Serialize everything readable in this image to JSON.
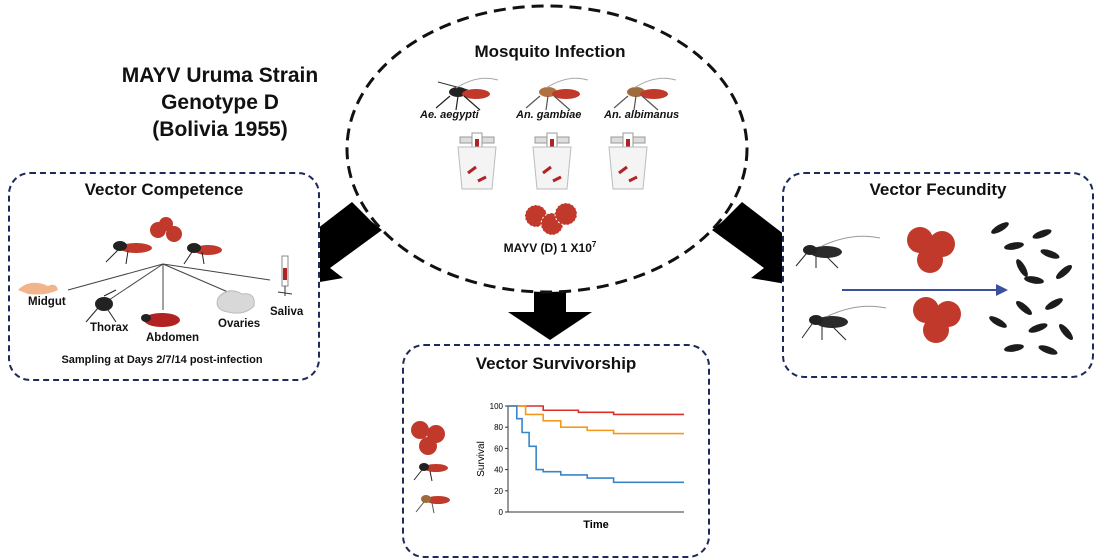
{
  "strain": {
    "line1": "MAYV Uruma Strain",
    "line2": "Genotype D",
    "line3": "(Bolivia 1955)"
  },
  "infection": {
    "title": "Mosquito Infection",
    "species": [
      "Ae. aegypti",
      "An. gambiae",
      "An. albimanus"
    ],
    "dose_text": "MAYV (D) 1 X10",
    "dose_exp": "7"
  },
  "competence": {
    "title": "Vector Competence",
    "tissues": [
      "Midgut",
      "Thorax",
      "Abdomen",
      "Ovaries",
      "Saliva"
    ],
    "sampling": "Sampling at Days 2/7/14 post-infection"
  },
  "fecundity": {
    "title": "Vector Fecundity"
  },
  "survivorship": {
    "title": "Vector Survivorship"
  },
  "chart_data": {
    "type": "line",
    "xlabel": "Time",
    "ylabel": "Survival",
    "ylim": [
      0,
      100
    ],
    "yticks": [
      "0",
      "20",
      "40",
      "60",
      "80",
      "100"
    ],
    "series": [
      {
        "color": "#d9302a",
        "x": [
          0,
          0.2,
          0.4,
          0.6,
          1.0
        ],
        "values": [
          100,
          96,
          94,
          92,
          92
        ]
      },
      {
        "color": "#f39a1c",
        "x": [
          0,
          0.1,
          0.2,
          0.3,
          0.45,
          0.6,
          1.0
        ],
        "values": [
          100,
          92,
          86,
          80,
          77,
          74,
          74
        ]
      },
      {
        "color": "#3a85c9",
        "x": [
          0,
          0.05,
          0.08,
          0.12,
          0.16,
          0.2,
          0.3,
          0.45,
          0.6,
          1.0
        ],
        "values": [
          100,
          88,
          75,
          62,
          40,
          38,
          35,
          32,
          28,
          28
        ]
      }
    ]
  },
  "colors": {
    "border": "#1e2a5a",
    "arrow": "#000000",
    "virus": "#c0392b",
    "blood": "#b22222",
    "blue_arrow": "#3a4fa0"
  }
}
